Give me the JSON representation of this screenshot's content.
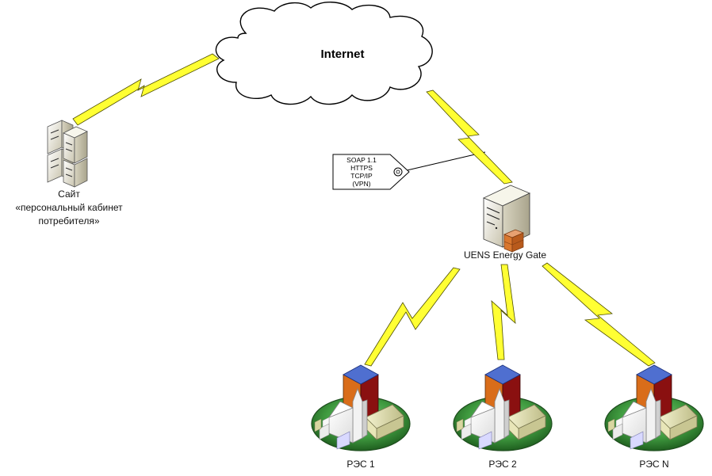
{
  "cloud": {
    "label": "Internet"
  },
  "website": {
    "label_line1": "Сайт",
    "label_line2": "«персональный кабинет",
    "label_line3": "потребителя»"
  },
  "protocol_tag": {
    "line1": "SOAP 1.1",
    "line2": "HTTPS",
    "line3": "TCP/IP",
    "line4": "(VPN)"
  },
  "gateway": {
    "label": "UENS Energy Gate"
  },
  "substations": [
    {
      "label": "РЭС 1"
    },
    {
      "label": "РЭС 2"
    },
    {
      "label": "РЭС N"
    }
  ],
  "colors": {
    "lightning": "#ffff33",
    "lightning_outline": "#666600",
    "cloud_fill": "#ffffff",
    "cloud_outline": "#000000",
    "ground": "#3a8a3a",
    "tower_orange": "#d96d1a",
    "tower_red": "#8a1010",
    "tower_top": "#4f6fd0"
  }
}
